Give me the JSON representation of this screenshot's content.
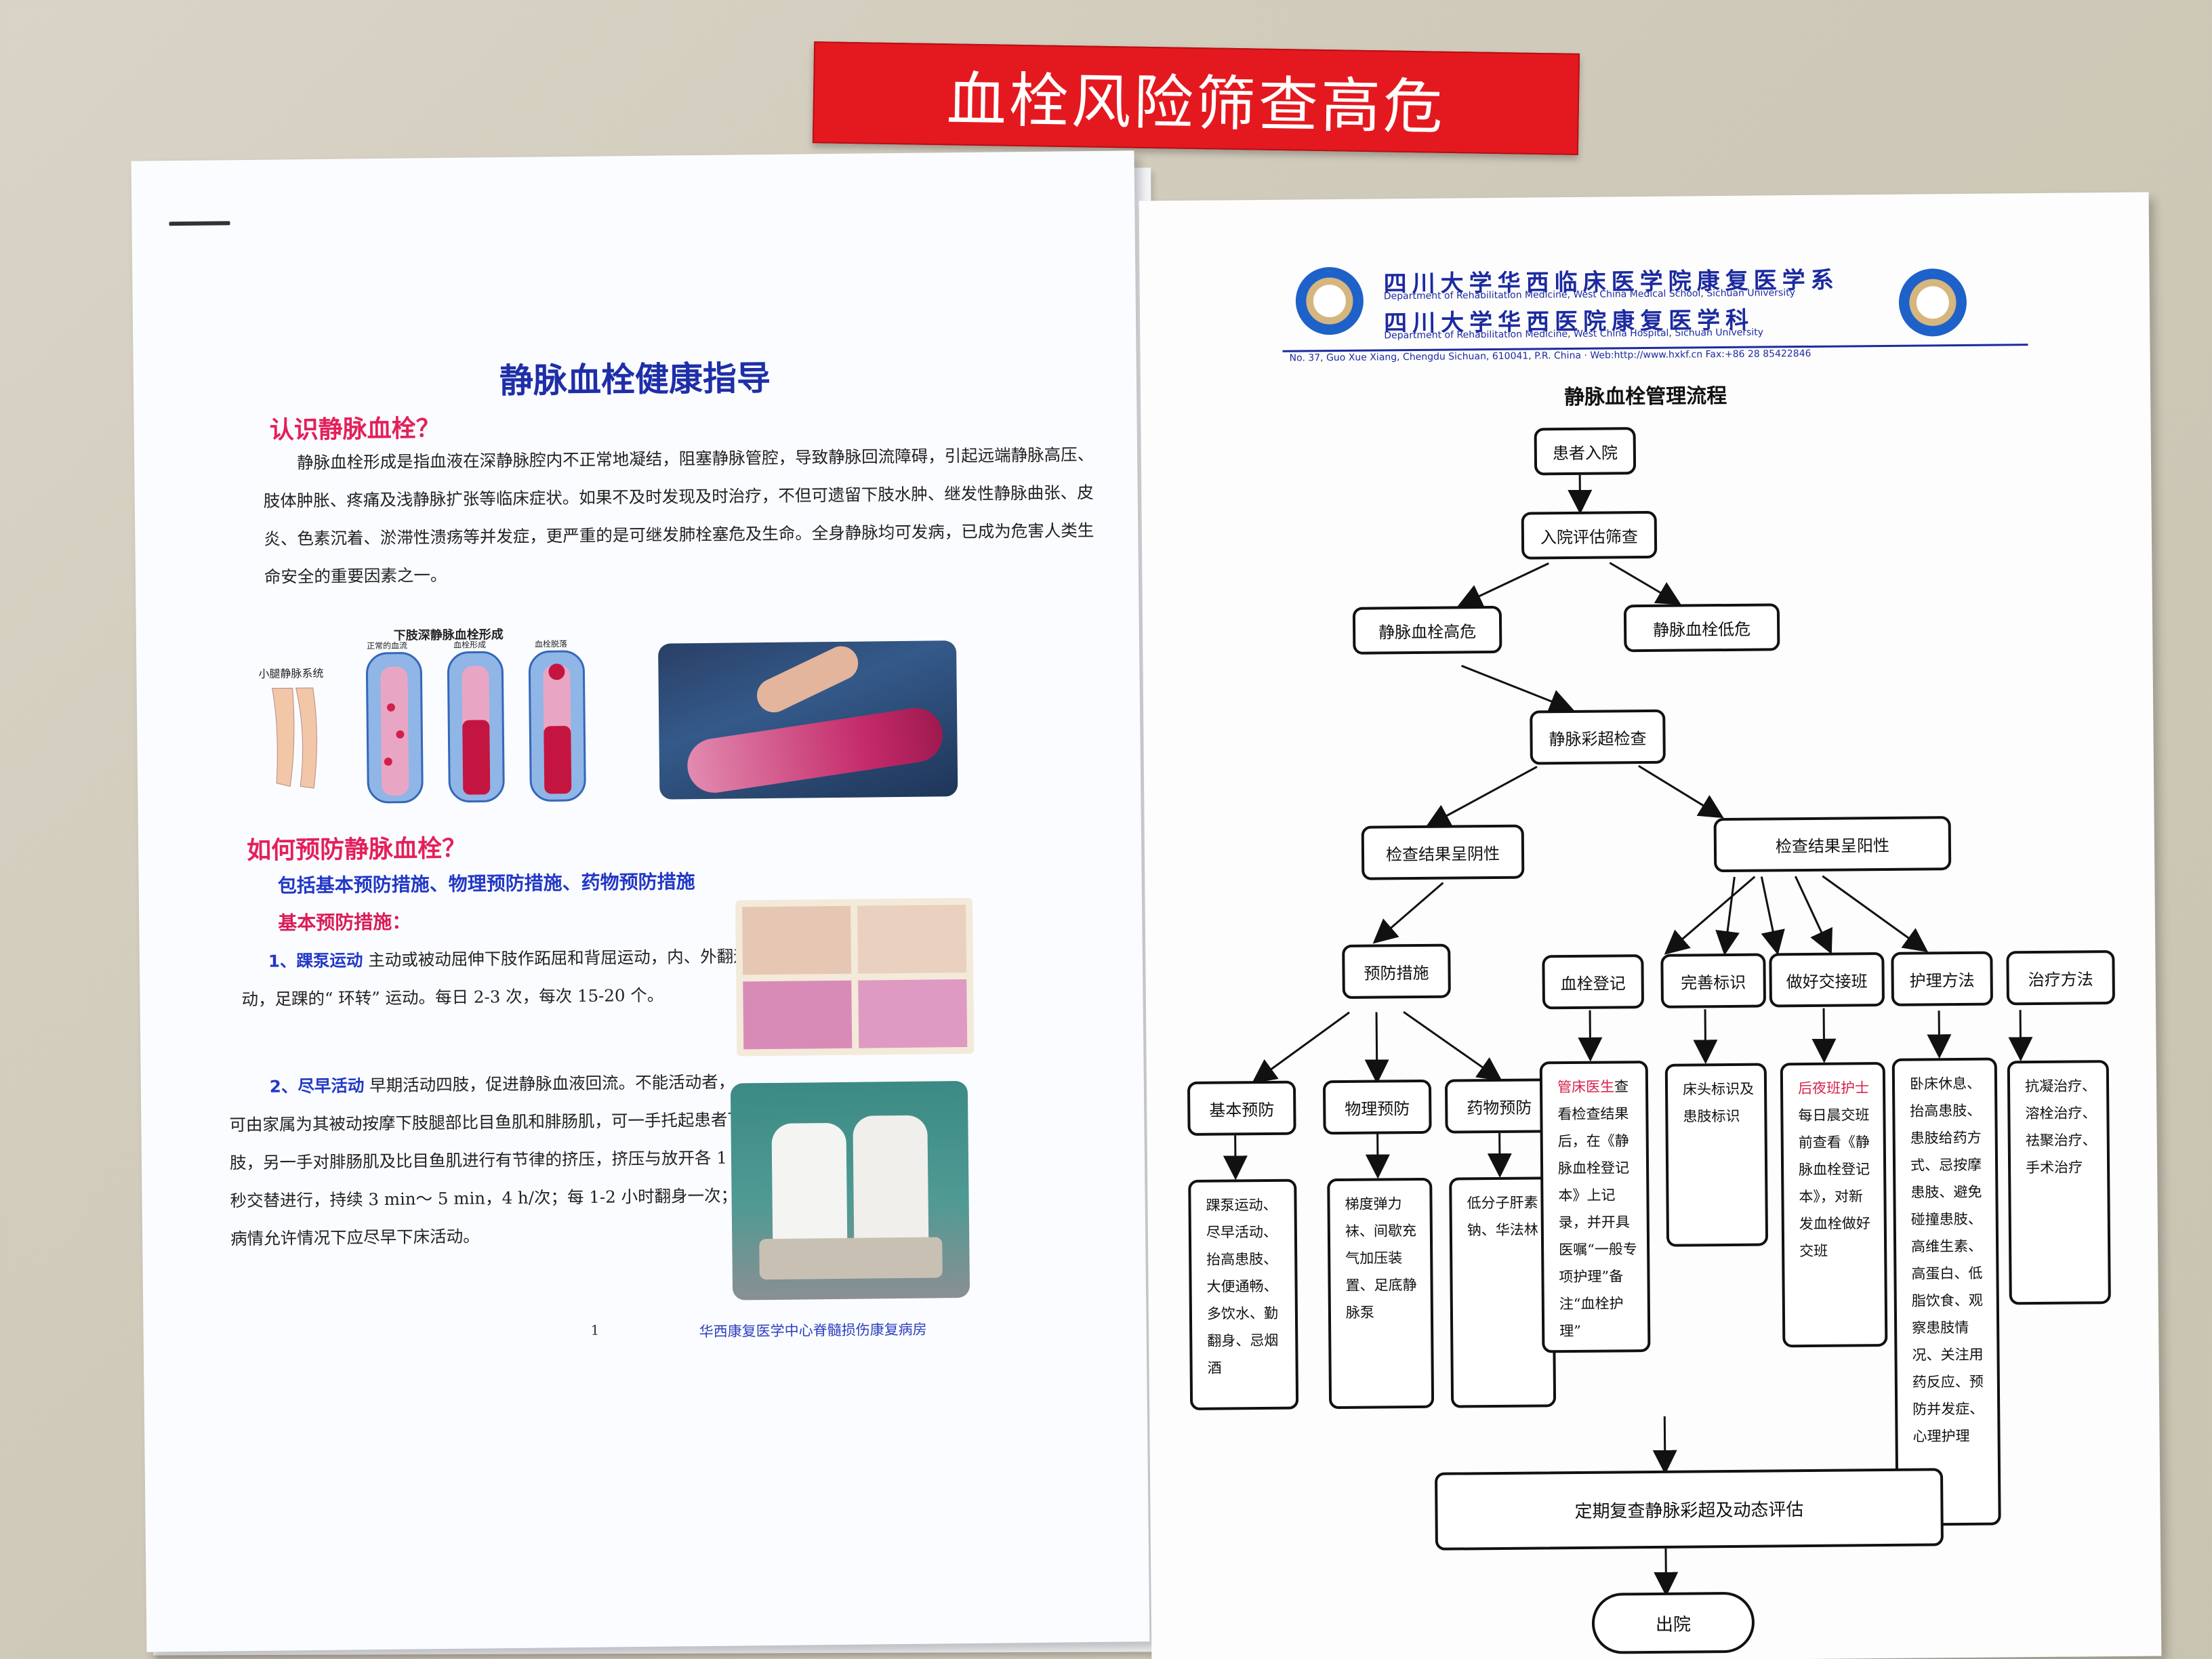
{
  "banner": {
    "text": "血栓风险筛查高危"
  },
  "left_page": {
    "title": "静脉血栓健康指导",
    "section1_heading": "认识静脉血栓？",
    "section1_paragraph": "静脉血栓形成是指血液在深静脉腔内不正常地凝结，阻塞静脉管腔，导致静脉回流障碍，引起远端静脉高压、肢体肿胀、疼痛及浅静脉扩张等临床症状。如果不及时发现及时治疗，不但可遗留下肢水肿、继发性静脉曲张、皮炎、色素沉着、淤滞性溃疡等并发症，更严重的是可继发肺栓塞危及生命。全身静脉均可发病，已成为危害人类生命安全的重要因素之一。",
    "diagram": {
      "title": "下肢深静脉血栓形成",
      "side_label": "小腿静脉系统",
      "labels": [
        "正常的血流",
        "血栓形成",
        "血栓脱落"
      ]
    },
    "section2_heading": "如何预防静脉血栓？",
    "section2_sub": "包括基本预防措施、物理预防措施、药物预防措施",
    "basic_label": "基本预防措施：",
    "item1_key": "1、踝泵运动",
    "item1_text": "主动或被动屈伸下肢作跖屈和背屈运动，内、外翻运动，足踝的“ 环转” 运动。每日 2-3 次，每次 15-20 个。",
    "item2_key": "2、尽早活动",
    "item2_text": "早期活动四肢，促进静脉血液回流。不能活动者，可由家属为其被动按摩下肢腿部比目鱼肌和腓肠肌，可一手托起患者下肢，另一手对腓肠肌及比目鱼肌进行有节律的挤压，挤压与放开各 1 秒交替进行，持续 3 min～ 5 min，4 h/次；每 1-2 小时翻身一次；病情允许情况下应尽早下床活动。",
    "page_number": "1",
    "footer": "华西康复医学中心脊髓损伤康复病房"
  },
  "right_page": {
    "header": {
      "cn1": "四川大学华西临床医学院康复医学系",
      "en1": "Department of Rehabilitation Medicine, West China Medical School, Sichuan University",
      "cn2": "四川大学华西医院康复医学科",
      "en2": "Department of Rehabilitation Medicine, West China Hospital, Sichuan University",
      "address": "No. 37, Guo Xue Xiang, Chengdu Sichuan, 610041, P.R. China · Web:http://www.hxkf.cn Fax:+86 28 85422846"
    },
    "title": "静脉血栓管理流程",
    "flow": {
      "admit": "患者入院",
      "assess": "入院评估筛查",
      "high": "静脉血栓高危",
      "low": "静脉血栓低危",
      "ultrasound": "静脉彩超检查",
      "negative": "检查结果呈阴性",
      "positive": "检查结果呈阳性",
      "prevention": "预防措施",
      "basic": "基本预防",
      "physical": "物理预防",
      "drug": "药物预防",
      "basic_detail": "踝泵运动、尽早活动、抬高患肢、大便通畅、多饮水、勤翻身、忌烟酒",
      "physical_detail": "梯度弹力袜、间歇充气加压装置、足底静脉泵",
      "drug_detail": "低分子肝素钠、华法林",
      "register": "血栓登记",
      "mark": "完善标识",
      "handover": "做好交接班",
      "nursing": "护理方法",
      "treatment": "治疗方法",
      "register_detail_red": "管床医生",
      "register_detail": "查看检查结果后，在《静脉血栓登记本》上记录，并开具医嘱“一般专项护理”备注“血栓护理”",
      "mark_detail": "床头标识及患肢标识",
      "handover_detail_red": "后夜班护士",
      "handover_detail": "每日晨交班前查看《静脉血栓登记本》，对新发血栓做好交班",
      "nursing_detail": "卧床休息、抬高患肢、患肢给药方式、忌按摩患肢、避免碰撞患肢、高维生素、高蛋白、低脂饮食、观察患肢情况、关注用药反应、预防并发症、心理护理",
      "treatment_detail": "抗凝治疗、溶栓治疗、祛聚治疗、手术治疗",
      "recheck": "定期复查静脉彩超及动态评估",
      "discharge": "出院"
    }
  }
}
